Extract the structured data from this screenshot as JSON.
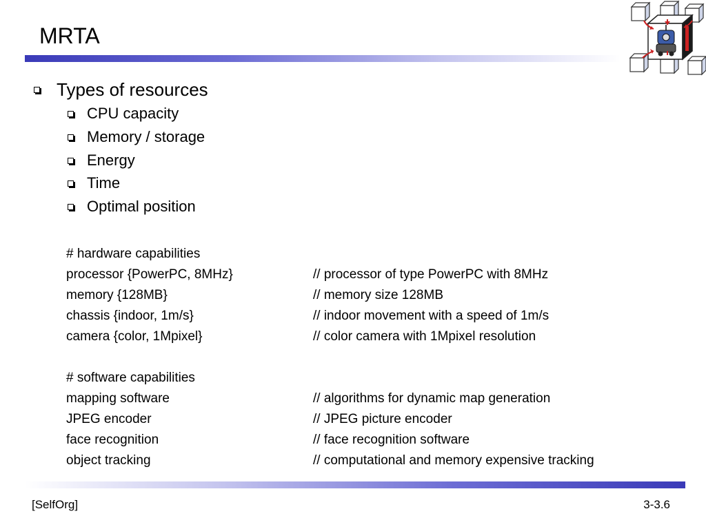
{
  "slide": {
    "title": "MRTA",
    "bullets": [
      {
        "level": 1,
        "text": "Types of resources"
      },
      {
        "level": 2,
        "text": "CPU capacity"
      },
      {
        "level": 2,
        "text": "Memory / storage"
      },
      {
        "level": 2,
        "text": "Energy"
      },
      {
        "level": 2,
        "text": "Time"
      },
      {
        "level": 2,
        "text": "Optimal position"
      }
    ],
    "hardware": {
      "heading": "# hardware capabilities",
      "rows": [
        {
          "item": "processor {PowerPC, 8MHz}",
          "comment": "// processor of type PowerPC with 8MHz"
        },
        {
          "item": "memory {128MB}",
          "comment": "// memory size 128MB"
        },
        {
          "item": "chassis {indoor, 1m/s}",
          "comment": "// indoor movement with a speed of 1m/s"
        },
        {
          "item": "camera {color, 1Mpixel}",
          "comment": "// color camera with 1Mpixel resolution"
        }
      ]
    },
    "software": {
      "heading": "# software capabilities",
      "rows": [
        {
          "item": "mapping software",
          "comment": "// algorithms for dynamic map generation"
        },
        {
          "item": "JPEG encoder",
          "comment": "// JPEG picture encoder"
        },
        {
          "item": "face recognition",
          "comment": "// face recognition software"
        },
        {
          "item": "object tracking",
          "comment": "// computational and memory expensive tracking"
        }
      ]
    }
  },
  "footer": {
    "left": "[SelfOrg]",
    "right": "3-3.6"
  },
  "colors": {
    "accent_bar": "#3a3ab8",
    "logo_red": "#cc2222",
    "logo_blue": "#3c5ca8"
  },
  "icons": {
    "bullet": "square-bullet-icon",
    "logo": "robot-cube-logo-icon"
  }
}
